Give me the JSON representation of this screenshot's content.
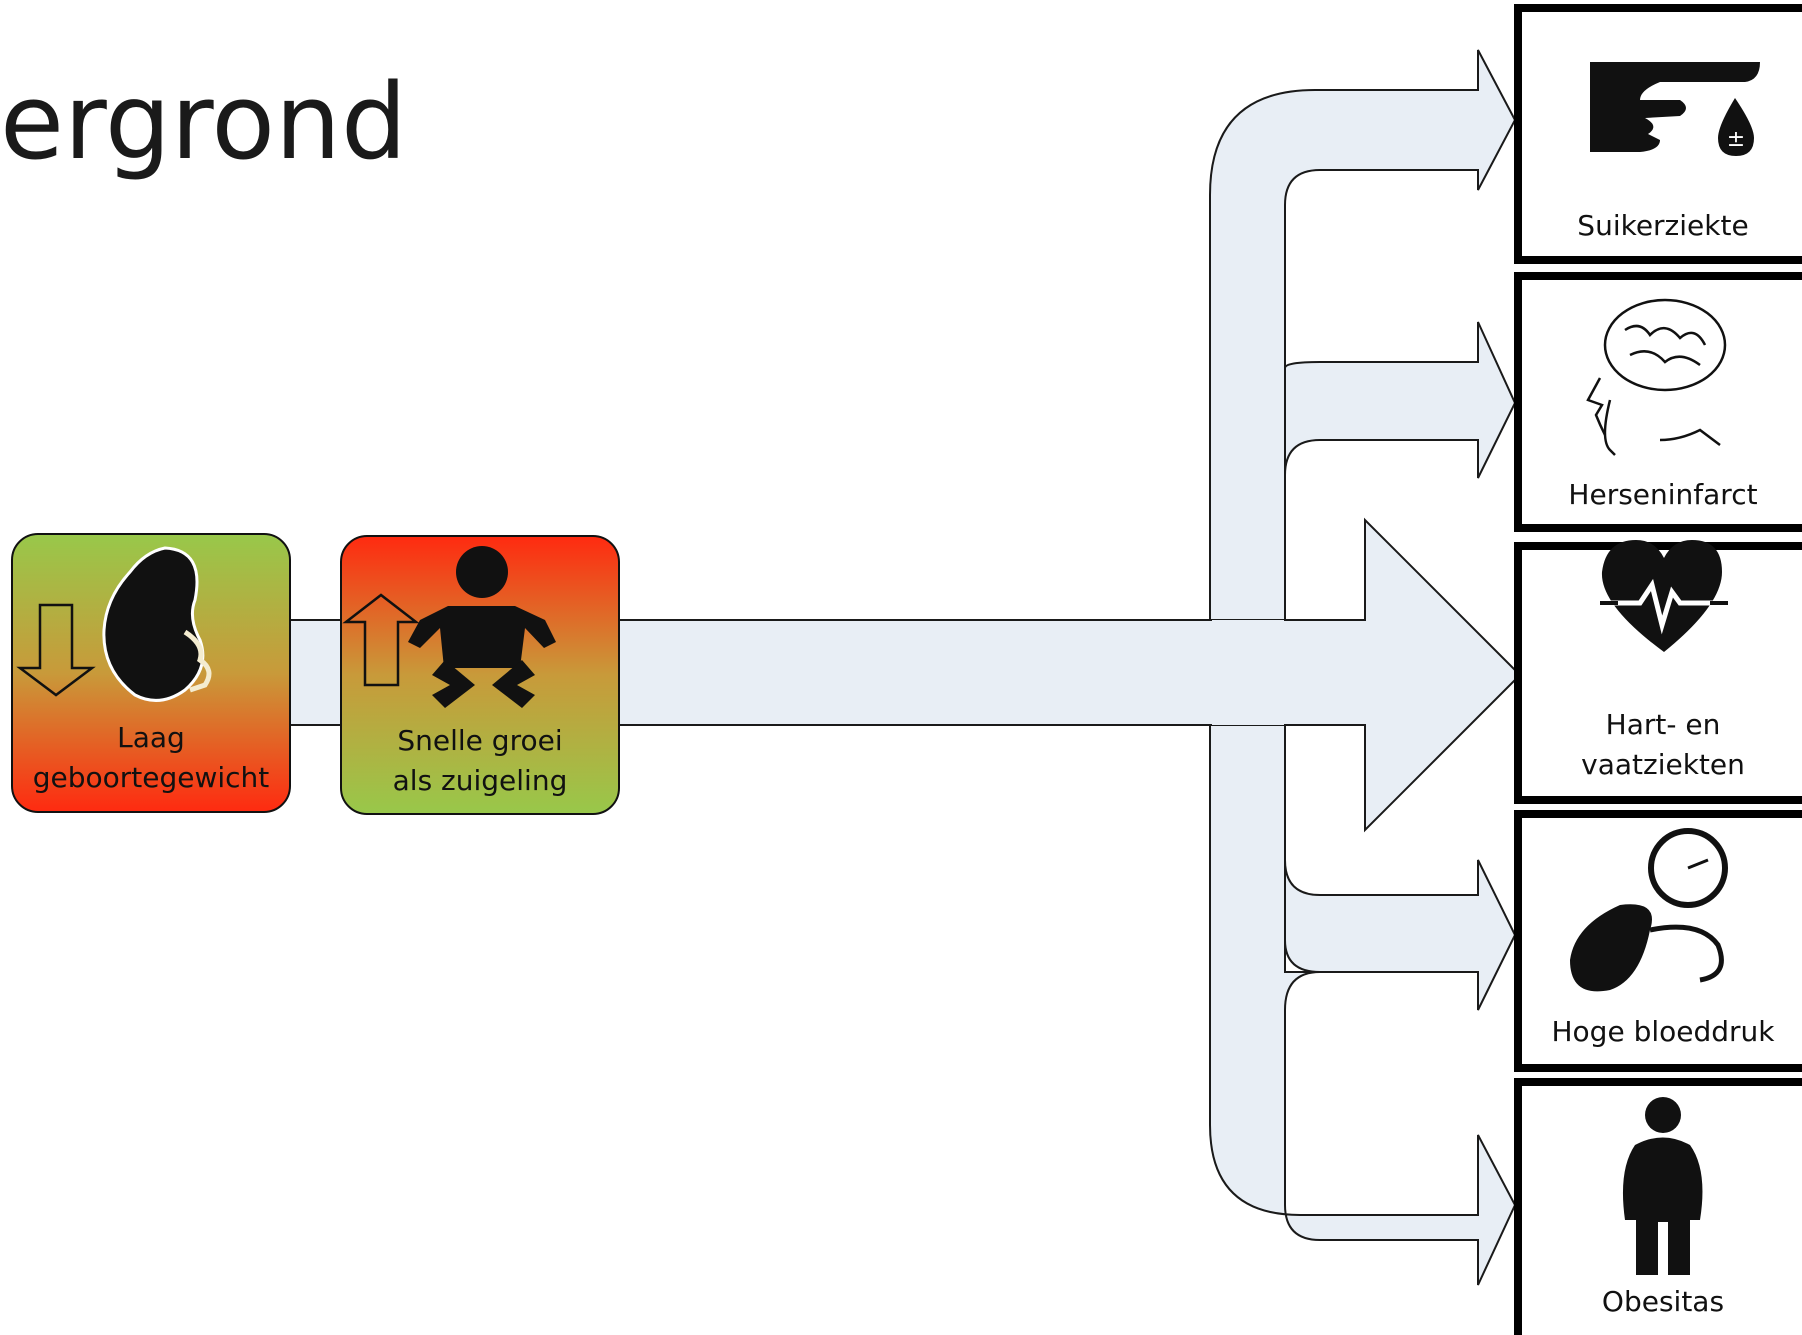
{
  "title": "ergrond",
  "causes": [
    {
      "id": "low-birth-weight",
      "line1": "Laag",
      "line2": "geboortegewicht",
      "icon": "fetus-icon",
      "arrow": "down-arrow-icon",
      "gradient_top": "#98c84a",
      "gradient_bottom": "#ff2a10"
    },
    {
      "id": "rapid-growth",
      "line1": "Snelle groei",
      "line2": "als zuigeling",
      "icon": "baby-icon",
      "arrow": "up-arrow-icon",
      "gradient_top": "#ff2a10",
      "gradient_bottom": "#98c84a"
    }
  ],
  "outcomes": [
    {
      "id": "diabetes",
      "line1": "Suikerziekte",
      "line2": "",
      "icon": "blood-drop-finger-icon"
    },
    {
      "id": "stroke",
      "line1": "Herseninfarct",
      "line2": "",
      "icon": "brain-head-icon"
    },
    {
      "id": "cardiovascular",
      "line1": "Hart- en",
      "line2": "vaatziekten",
      "icon": "heart-pulse-icon"
    },
    {
      "id": "hypertension",
      "line1": "Hoge bloeddruk",
      "line2": "",
      "icon": "blood-pressure-gauge-icon"
    },
    {
      "id": "obesity",
      "line1": "Obesitas",
      "line2": "",
      "icon": "obese-person-icon"
    }
  ],
  "colors": {
    "arrow_fill": "#e8eef5",
    "arrow_stroke": "#1a1a1a",
    "box_border": "#000000"
  }
}
